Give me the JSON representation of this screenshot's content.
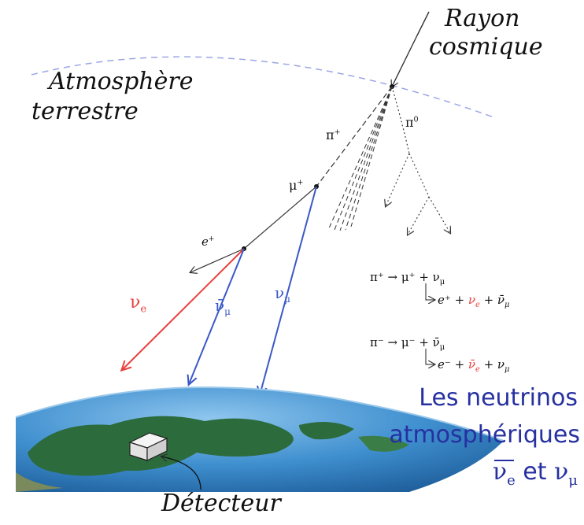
{
  "labels": {
    "cosmic_ray_line1": "Rayon",
    "cosmic_ray_line2": "cosmique",
    "atmosphere_line1": "Atmosphère",
    "atmosphere_line2": "terrestre",
    "detector": "Détecteur",
    "pi_plus": "π",
    "pi_plus_sup": "+",
    "pi_zero": "π",
    "pi_zero_sup": "0",
    "mu_plus": "μ",
    "mu_plus_sup": "+",
    "e_plus": "e",
    "e_plus_sup": "+",
    "nu_e": "ν",
    "nu_e_sub": "e",
    "nubar_mu": "ν̄",
    "nubar_mu_sub": "μ",
    "nu_mu": "ν",
    "nu_mu_sub": "μ"
  },
  "equations": {
    "line1": "π⁺ → μ⁺ + ν",
    "line1_sub": "μ",
    "line2_a": "e⁺ + ",
    "line2_nu_e": "ν",
    "line2_nu_e_sub": "e",
    "line2_b": " + ν̄",
    "line2_b_sub": "μ",
    "line3": "π⁻ → μ⁻ + ν̄",
    "line3_sub": "μ",
    "line4_a": "e⁻ + ",
    "line4_nu_e": "ν̄",
    "line4_nu_e_sub": "e",
    "line4_b": " + ν",
    "line4_b_sub": "μ"
  },
  "caption": {
    "line1": "Les neutrinos",
    "line2": "atmosphériques",
    "nu_e": "ν",
    "nu_e_sub": "e",
    "conj": " et ",
    "nu_mu": "ν",
    "nu_mu_sub": "μ"
  },
  "colors": {
    "nu_e_track": "#e8413e",
    "nu_mu_track": "#3a58c8",
    "caption": "#2630a0",
    "ocean": "#3f8fcf",
    "land": "#2c6b3c"
  }
}
